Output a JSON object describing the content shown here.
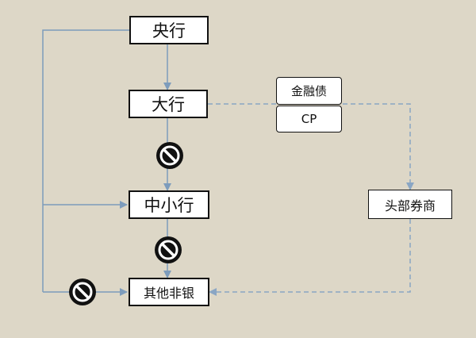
{
  "nodes": {
    "central_bank": "央行",
    "large_banks": "大行",
    "small_medium_banks": "中小行",
    "other_non_banks": "其他非银",
    "financial_bonds": "金融债",
    "cp": "CP",
    "top_brokers": "头部券商"
  },
  "colors": {
    "background": "#ddd7c7",
    "solid_arrow": "#7d9cbc",
    "dashed_arrow": "#8aa6c4",
    "node_border": "#111111",
    "prohibited_icon": "#111111"
  },
  "icons": {
    "prohibited": "prohibited-icon"
  }
}
